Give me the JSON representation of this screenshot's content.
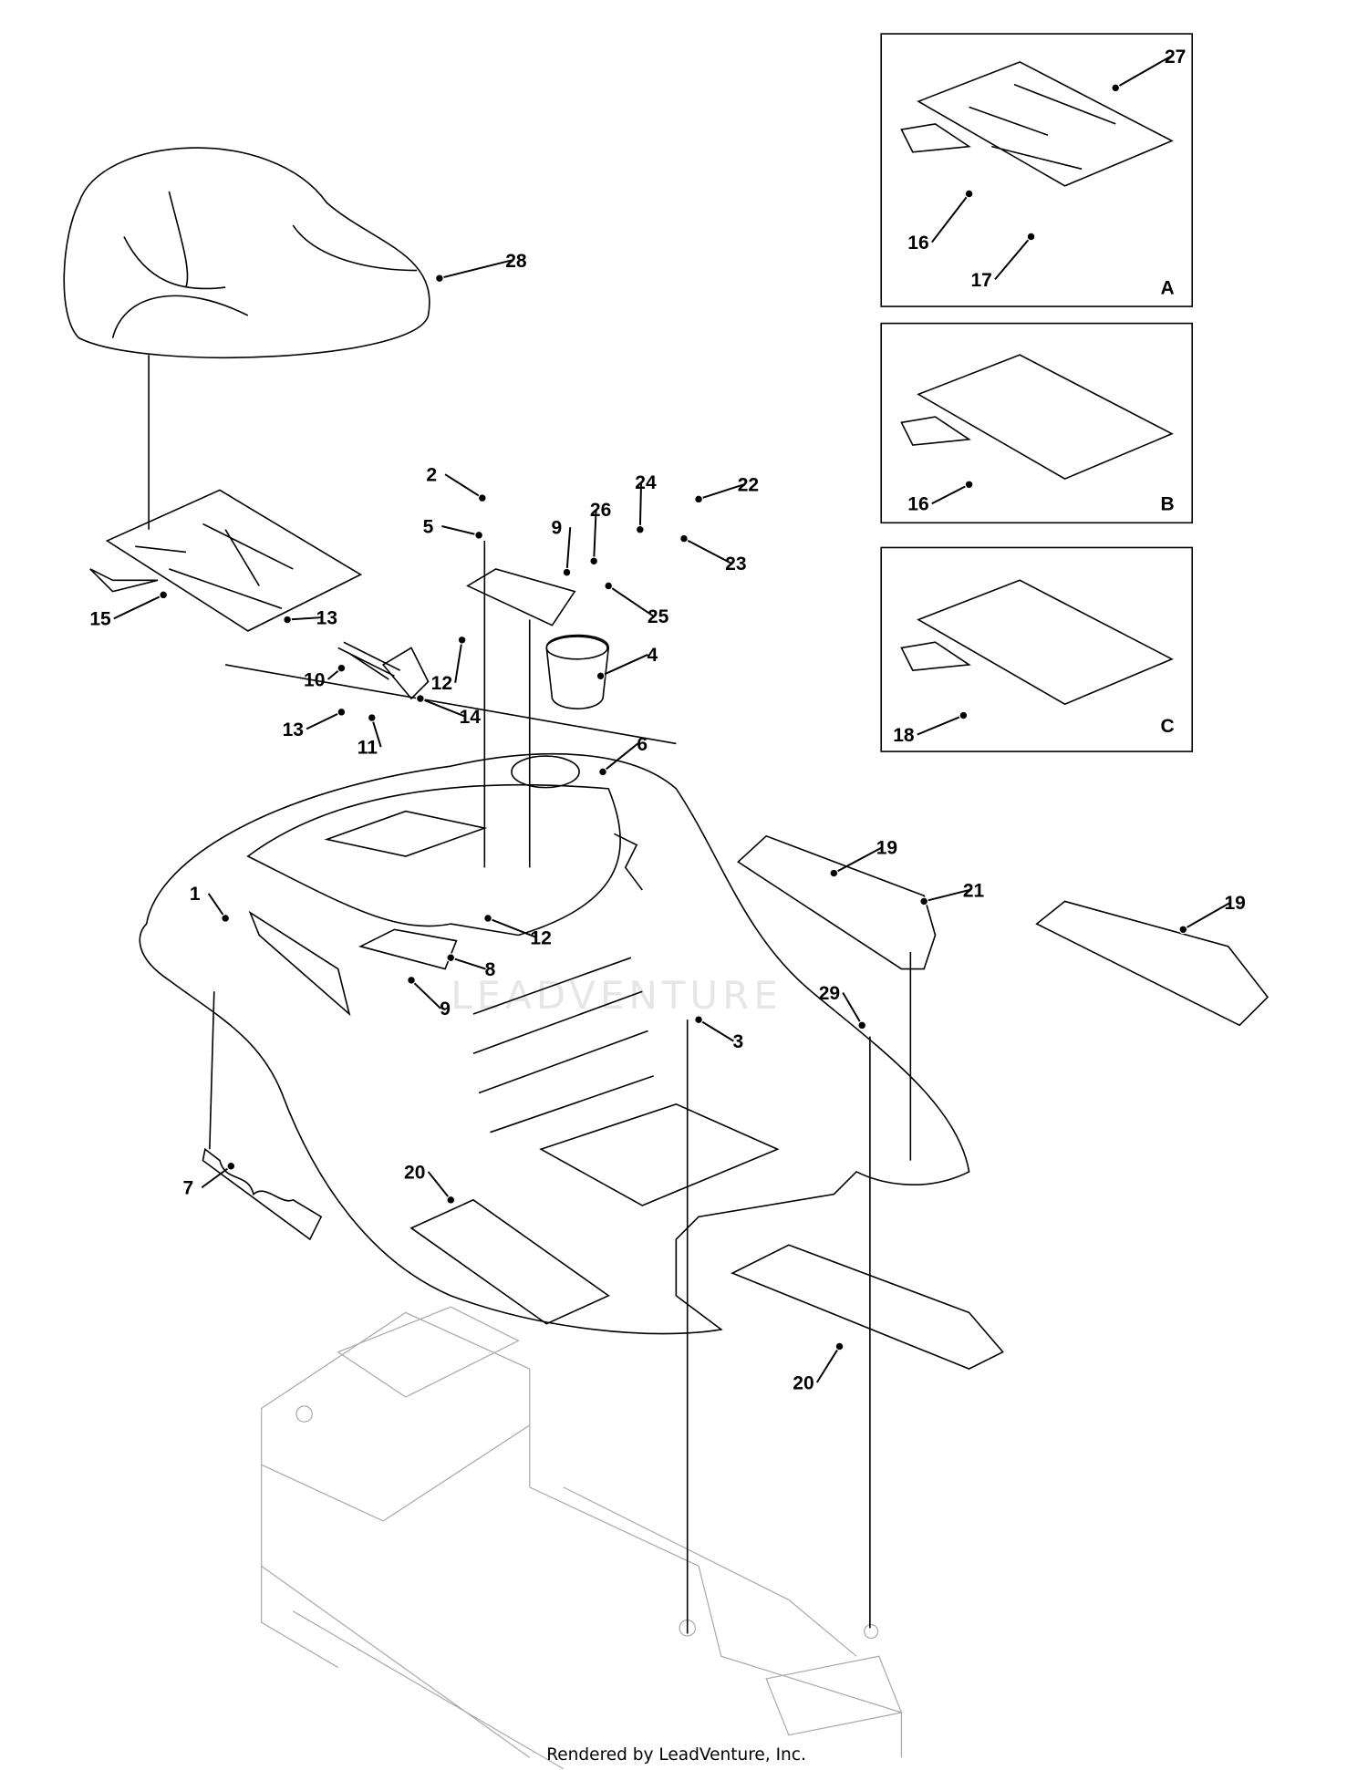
{
  "watermark": "LEADVENTURE",
  "footer": "Rendered by LeadVenture, Inc.",
  "callouts": [
    "27",
    "16",
    "17",
    "A",
    "16",
    "B",
    "18",
    "C",
    "28",
    "2",
    "5",
    "9",
    "26",
    "24",
    "22",
    "23",
    "25",
    "4",
    "15",
    "13",
    "10",
    "12",
    "14",
    "13",
    "11",
    "6",
    "1",
    "12",
    "8",
    "9",
    "19",
    "21",
    "19",
    "29",
    "3",
    "7",
    "20",
    "20"
  ]
}
